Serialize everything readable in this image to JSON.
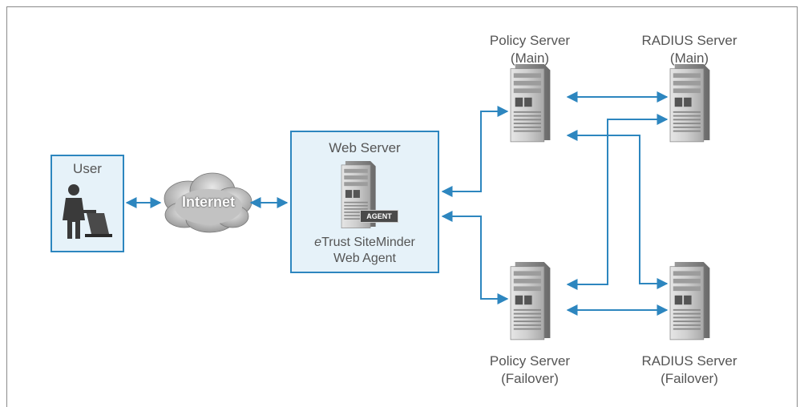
{
  "user": {
    "label": "User"
  },
  "internet": {
    "label": "Internet"
  },
  "web_server": {
    "title": "Web Server",
    "agent_tag": "AGENT",
    "agent_line1_prefix": "e",
    "agent_line1_rest": "Trust SiteMinder",
    "agent_line2": "Web Agent"
  },
  "servers": {
    "policy_main": {
      "line1": "Policy Server",
      "line2": "(Main)"
    },
    "radius_main": {
      "line1": "RADIUS Server",
      "line2": "(Main)"
    },
    "policy_failover": {
      "line1": "Policy Server",
      "line2": "(Failover)"
    },
    "radius_failover": {
      "line1": "RADIUS Server",
      "line2": "(Failover)"
    }
  },
  "colors": {
    "accent": "#2d86bf",
    "box_fill": "#e6f2f9",
    "text": "#555555",
    "server_body": "#c9c9c9",
    "server_dark": "#7a7a7a"
  }
}
